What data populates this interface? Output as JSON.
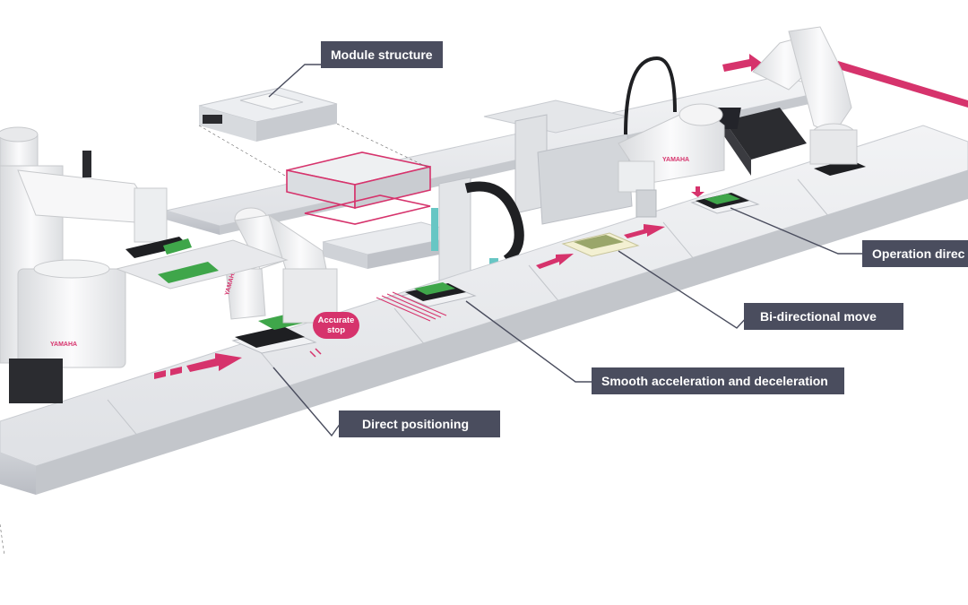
{
  "callouts": {
    "module_structure": "Module structure",
    "operation_direction": "Operation direc",
    "bi_directional": "Bi-directional move",
    "smooth_accel": "Smooth acceleration and deceleration",
    "direct_positioning": "Direct positioning"
  },
  "badge": {
    "accurate_stop": "Accurate stop"
  },
  "logos": {
    "brand": "YAMAHA"
  },
  "colors": {
    "callout_bg": "#4a4d5e",
    "accent": "#d6336c",
    "rail": "#e6e7ea",
    "pcb": "#3fa64a"
  }
}
